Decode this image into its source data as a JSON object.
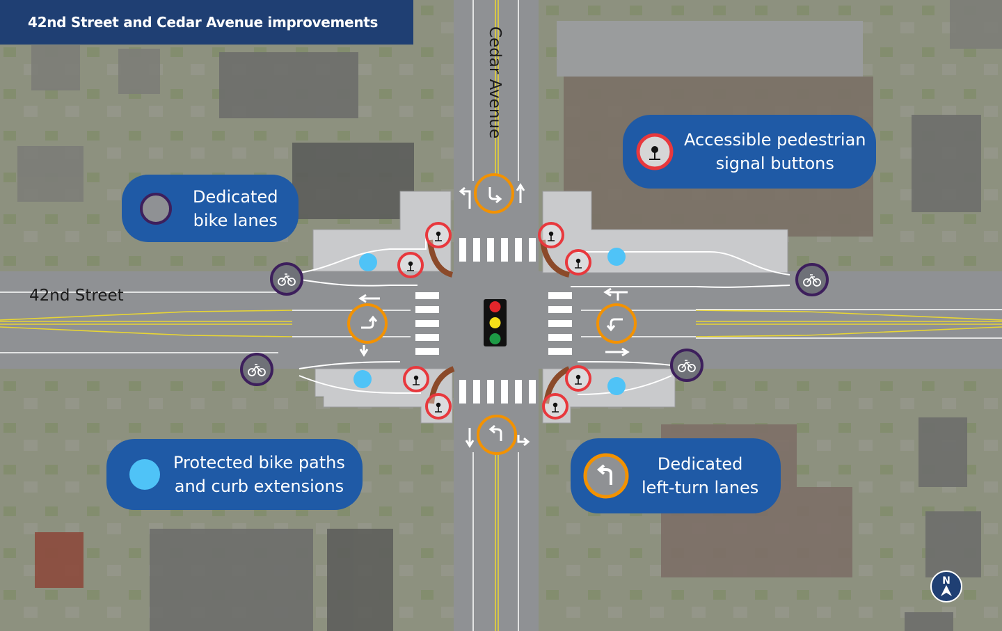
{
  "title": "42nd Street and Cedar Avenue improvements",
  "streets": {
    "north_south": "Cedar Avenue",
    "east_west": "42nd Street"
  },
  "legend": {
    "bike_lanes": {
      "line1": "Dedicated",
      "line2": "bike lanes",
      "icon": "purple-ring-gray-circle"
    },
    "ped_buttons": {
      "line1": "Accessible pedestrian",
      "line2": "signal buttons",
      "icon": "red-ring-button"
    },
    "protected_paths": {
      "line1": "Protected bike paths",
      "line2": "and curb extensions",
      "icon": "light-blue-dot"
    },
    "left_turn": {
      "line1": "Dedicated",
      "line2": "left-turn lanes",
      "icon": "orange-ring-left-arrow"
    }
  },
  "north_arrow": "N",
  "colors": {
    "title_bg": "#1f3f73",
    "legend_bg": "#1f5aa6",
    "bike_ring": "#3d1f5c",
    "ped_ring": "#e8383d",
    "protected": "#4fc3f7",
    "left_turn_ring": "#f39200",
    "road": "#8f9194",
    "curb": "#c9cacc",
    "signal_red": "#e3262b",
    "signal_yellow": "#f5e019",
    "signal_green": "#1d9a45"
  }
}
